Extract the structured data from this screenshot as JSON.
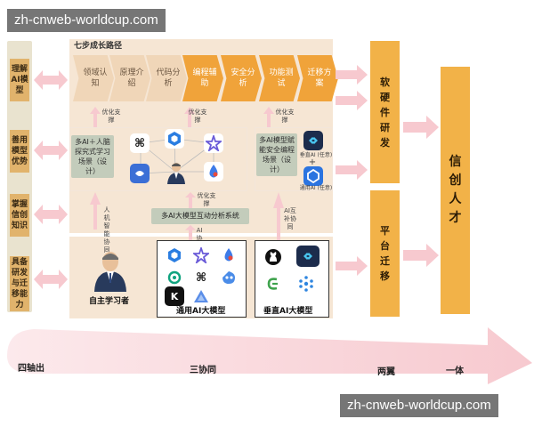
{
  "watermarks": {
    "top": "zh-cnweb-worldcup.com",
    "bottom": "zh-cnweb-worldcup.com"
  },
  "left_goals": [
    "理解AI模型",
    "善用模型优势",
    "掌握信创知识",
    "具备研发与迁移能力"
  ],
  "seven_steps": {
    "title": "七步成长路径",
    "steps": [
      {
        "label": "领域认知",
        "style": "light"
      },
      {
        "label": "原理介绍",
        "style": "light"
      },
      {
        "label": "代码分析",
        "style": "light"
      },
      {
        "label": "编程辅助",
        "style": "orange"
      },
      {
        "label": "安全分析",
        "style": "orange"
      },
      {
        "label": "功能测试",
        "style": "orange"
      },
      {
        "label": "迁移方案",
        "style": "orange"
      }
    ]
  },
  "support_labels": [
    "优化支撑",
    "优化支撑",
    "优化支撑",
    "优化支撑"
  ],
  "scenario_left": "多AI＋人脑探究式学习场景（设计）",
  "scenario_right": "多AI模型赋能安全编程场景（设计）",
  "vertical_ai_tag": "垂直AI (任意)",
  "plus_sign": "+",
  "general_ai_tag": "通用AI (任意)",
  "system_bar": "多AI大模型互动分析系统",
  "flow_left": "人机智能协同",
  "flow_mid": "AI协同",
  "flow_right": "AI互补协同",
  "learner_caption": "自主学习者",
  "general_models_caption": "通用AI大模型",
  "vertical_models_caption": "垂直AI大模型",
  "right_top": "软硬件研发",
  "right_bottom": "平台迁移",
  "big_right": "信创人才",
  "bottom": {
    "a": "四轴出",
    "b": "三协同",
    "c": "两翼",
    "d": "一体"
  },
  "colors": {
    "gold": "#f2b248",
    "orange": "#f0a33a",
    "peach": "#f6e6d4",
    "pink": "#f7c9cf",
    "sage": "#c3ccbb"
  }
}
